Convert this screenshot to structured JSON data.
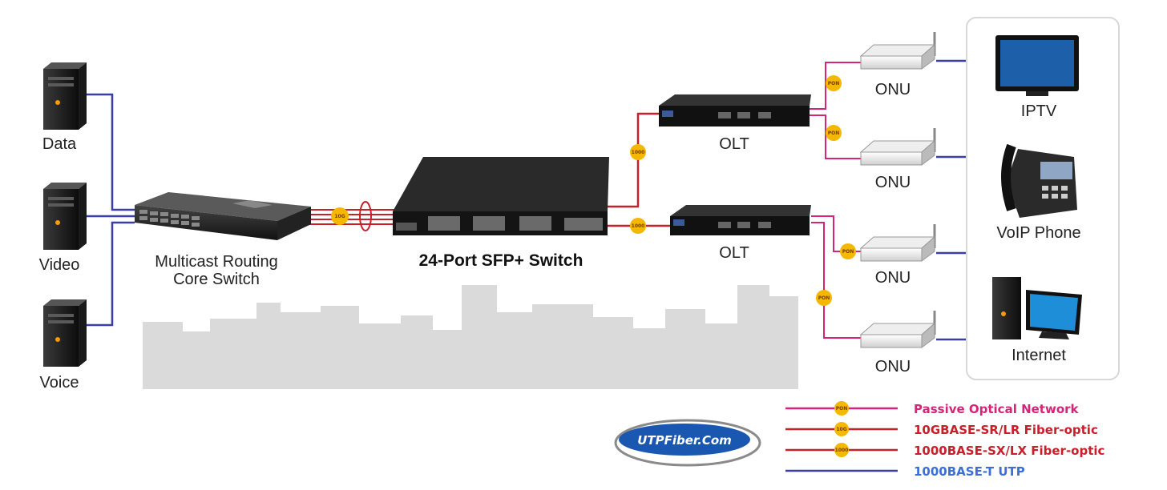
{
  "servers": [
    {
      "label": "Data"
    },
    {
      "label": "Video"
    },
    {
      "label": "Voice"
    }
  ],
  "core_switch": {
    "label_line1": "Multicast Routing",
    "label_line2": "Core Switch"
  },
  "sfp_switch": {
    "label": "24-Port SFP+ Switch"
  },
  "olts": [
    {
      "label": "OLT"
    },
    {
      "label": "OLT"
    }
  ],
  "onus": [
    {
      "label": "ONU"
    },
    {
      "label": "ONU"
    },
    {
      "label": "ONU"
    },
    {
      "label": "ONU"
    }
  ],
  "endpoints": [
    {
      "label": "IPTV"
    },
    {
      "label": "VoIP Phone"
    },
    {
      "label": "Internet"
    }
  ],
  "legend": [
    {
      "label": "Passive Optical Network",
      "color": "#d6247a",
      "badge": "PON"
    },
    {
      "label": "10GBASE-SR/LR Fiber-optic",
      "color": "#c8202a",
      "badge": "10G"
    },
    {
      "label": "1000BASE-SX/LX Fiber-optic",
      "color": "#c8202a",
      "badge": "1000"
    },
    {
      "label": "1000BASE-T UTP",
      "color": "#3a3ea8",
      "badge": ""
    }
  ],
  "badges": {
    "pon": "PON",
    "tenG": "10G",
    "oneG": "1000"
  },
  "logo": {
    "text": "UTPFiber.Com"
  },
  "colors": {
    "pon": "#d6247a",
    "fiber": "#c8202a",
    "utp": "#3a3ea8",
    "badge": "#f5b800",
    "skyline": "#d9d9d9"
  }
}
